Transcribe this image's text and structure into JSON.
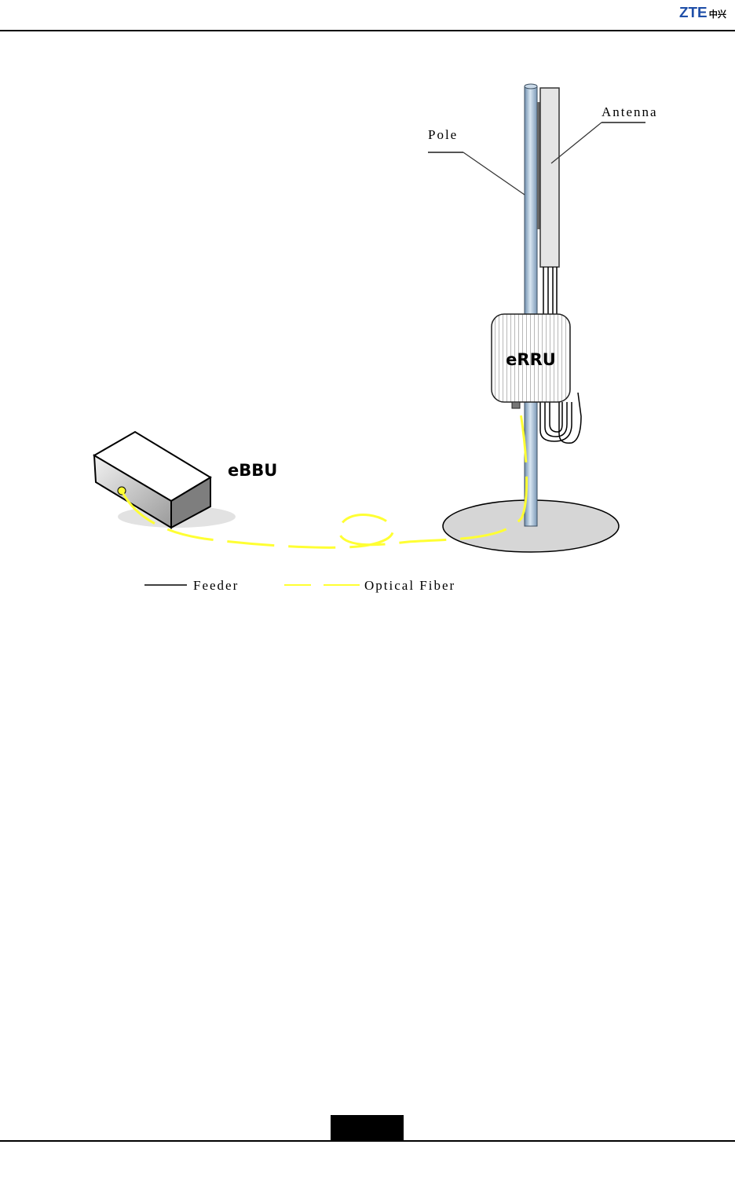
{
  "header": {
    "logo_latin": "ZTE",
    "logo_cjk": "中兴"
  },
  "diagram": {
    "labels": {
      "antenna": "Antenna",
      "pole": "Pole",
      "errru": "eRRU",
      "ebbu": "eBBU"
    },
    "legend": {
      "feeder": "Feeder",
      "optical_fiber": "Optical Fiber"
    },
    "colors": {
      "fiber": "#ffff33",
      "pole": "#a8c4dc",
      "box_face": "#d4d4d4",
      "ground": "#d6d6d6"
    }
  },
  "footer": {
    "page_number": ""
  }
}
